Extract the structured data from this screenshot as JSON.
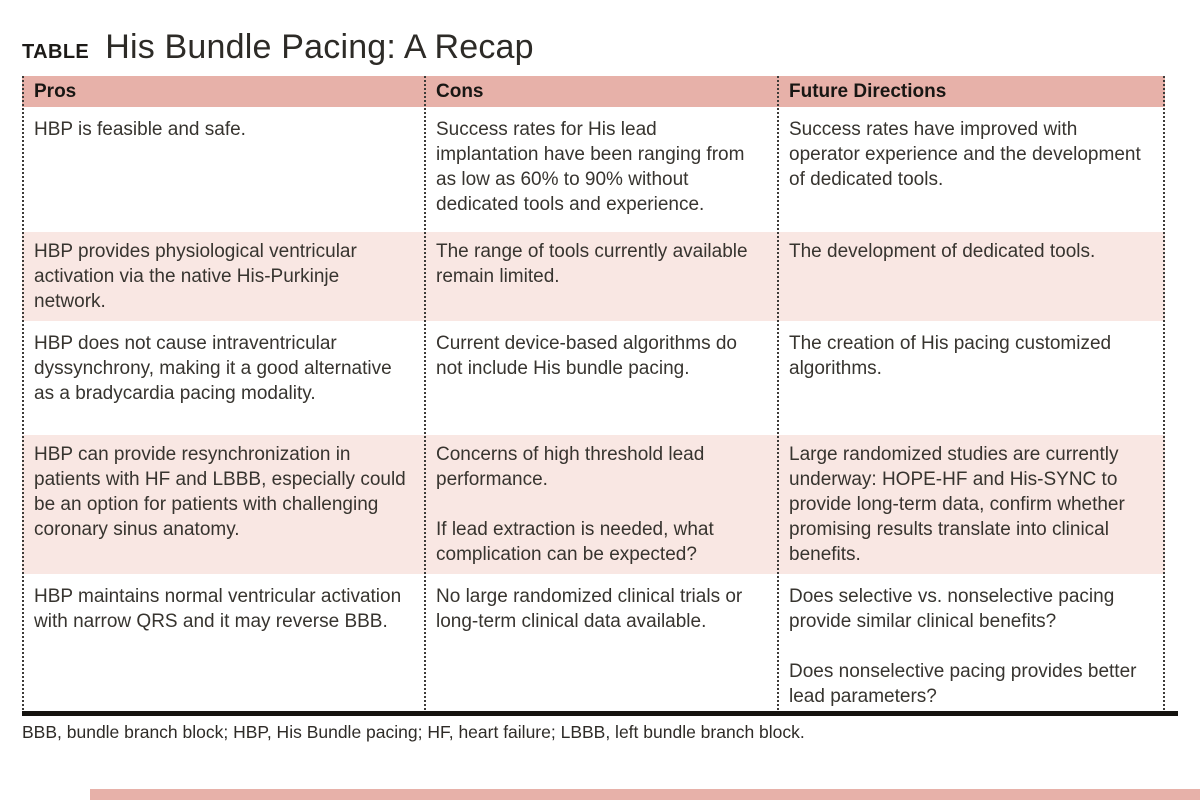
{
  "page": {
    "label": "TABLE",
    "title": "His Bundle Pacing: A Recap",
    "footnote": "BBB, bundle branch block; HBP, His Bundle pacing; HF, heart failure; LBBB, left bundle branch block."
  },
  "colors": {
    "header_bg": "#e7b1a9",
    "row_alt_bg": "#f9e7e3",
    "body_text": "#37342f",
    "thick_rule": "#15130f"
  },
  "chart_data": {
    "type": "table",
    "title": "His Bundle Pacing: A Recap",
    "columns": [
      "Pros",
      "Cons",
      "Future Directions"
    ],
    "rows": [
      {
        "pros": "HBP is feasible and safe.",
        "cons": "Success rates for His lead implantation have been ranging from as low as 60% to 90% without dedicated tools and experience.",
        "future": "Success rates have improved with operator experience and the development of dedicated tools."
      },
      {
        "pros": "HBP provides physiological ventricular activation via the native His-Purkinje network.",
        "cons": "The range of tools currently available remain limited.",
        "future": "The development of dedicated tools."
      },
      {
        "pros": "HBP does not cause intraventricular dyssynchrony, making it a good alternative as a bradycardia pacing modality.",
        "cons": "Current device-based algorithms do not include His bundle pacing.",
        "future": "The creation of His pacing customized algorithms."
      },
      {
        "pros": "HBP can provide resynchronization in patients with HF and LBBB, especially could be an option for patients with challenging coronary sinus anatomy.",
        "cons": "Concerns of high threshold lead performance.\n\nIf lead extraction is needed, what complication can be expected?",
        "future": "Large randomized studies are currently underway: HOPE-HF and His-SYNC to provide long-term data, confirm whether promising results translate into clinical benefits."
      },
      {
        "pros": "HBP maintains normal ventricular activation with narrow QRS and it may reverse BBB.",
        "cons": "No large randomized clinical trials or long-term clinical data available.",
        "future": "Does selective vs. nonselective pacing provide similar clinical benefits?\n\nDoes nonselective pacing provides better lead parameters?"
      }
    ]
  }
}
